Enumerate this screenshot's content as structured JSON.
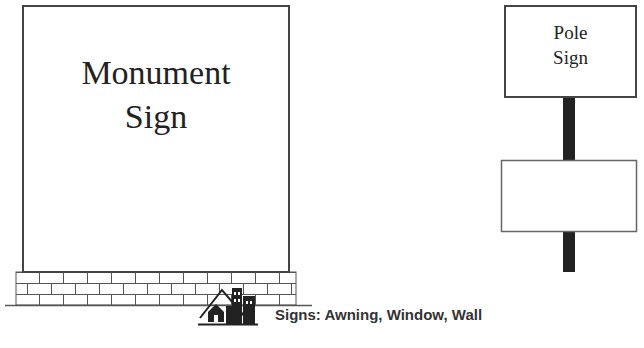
{
  "diagram": {
    "nodes": [
      {
        "text": [
          "Monument Sign"
        ]
      },
      {
        "text": [
          "Pole Sign"
        ]
      }
    ],
    "labels": [
      "Signs: Awning, Window, Wall"
    ]
  }
}
